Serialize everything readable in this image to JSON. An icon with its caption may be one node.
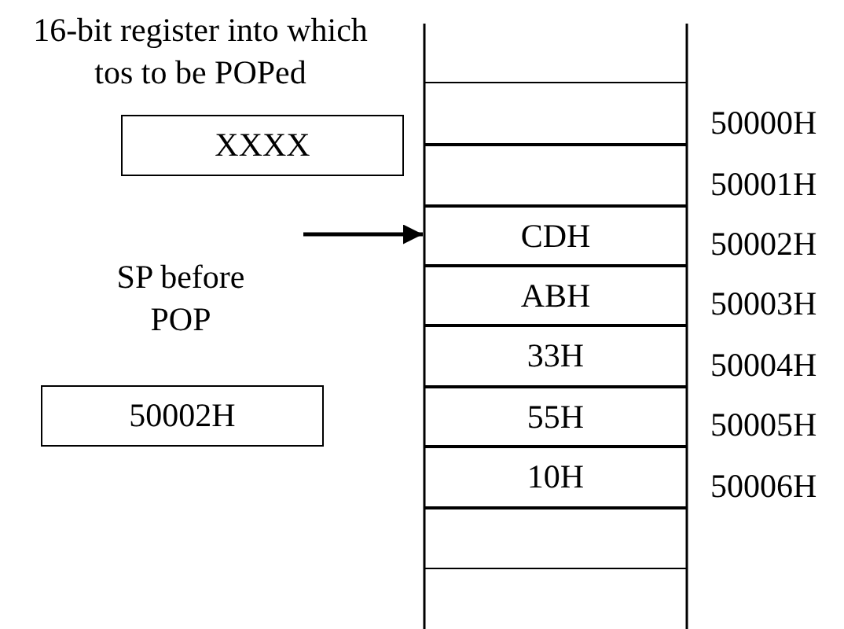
{
  "diagram": {
    "nodes": [
      {
        "text": [
          "16-bit register into which tos to be POPed",
          "XXXX"
        ]
      },
      {
        "text": [
          "SP before POP",
          "50002H"
        ]
      },
      {
        "text": [],
        "shape": "box",
        "beside": [
          "50000H"
        ]
      },
      {
        "text": [],
        "shape": "box",
        "beside": [
          "50001H"
        ]
      },
      {
        "text": [
          "CDH"
        ],
        "beside": [
          "50002H"
        ]
      },
      {
        "text": [
          "ABH"
        ],
        "beside": [
          "50003H"
        ]
      },
      {
        "text": [
          "33H"
        ],
        "beside": [
          "50004H"
        ]
      },
      {
        "text": [
          "55H"
        ],
        "beside": [
          "50005H"
        ]
      },
      {
        "text": [
          "10H"
        ],
        "beside": [
          "50006H"
        ]
      },
      {
        "text": [],
        "shape": "box"
      }
    ],
    "edges": [
      {
        "from": null,
        "to": 4,
        "arrow": "to"
      }
    ]
  }
}
